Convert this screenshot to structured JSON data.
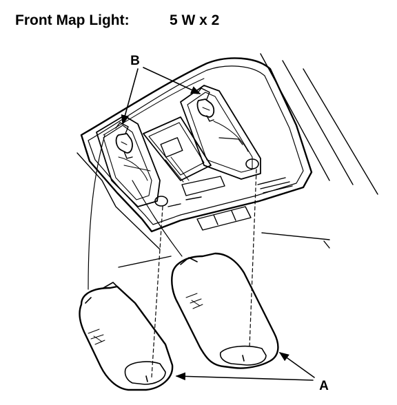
{
  "header": {
    "title": "Front Map Light:",
    "spec": "5 W x 2"
  },
  "callouts": {
    "bulb": "B",
    "lens": "A"
  },
  "colors": {
    "ink": "#000000",
    "paper": "#ffffff"
  }
}
